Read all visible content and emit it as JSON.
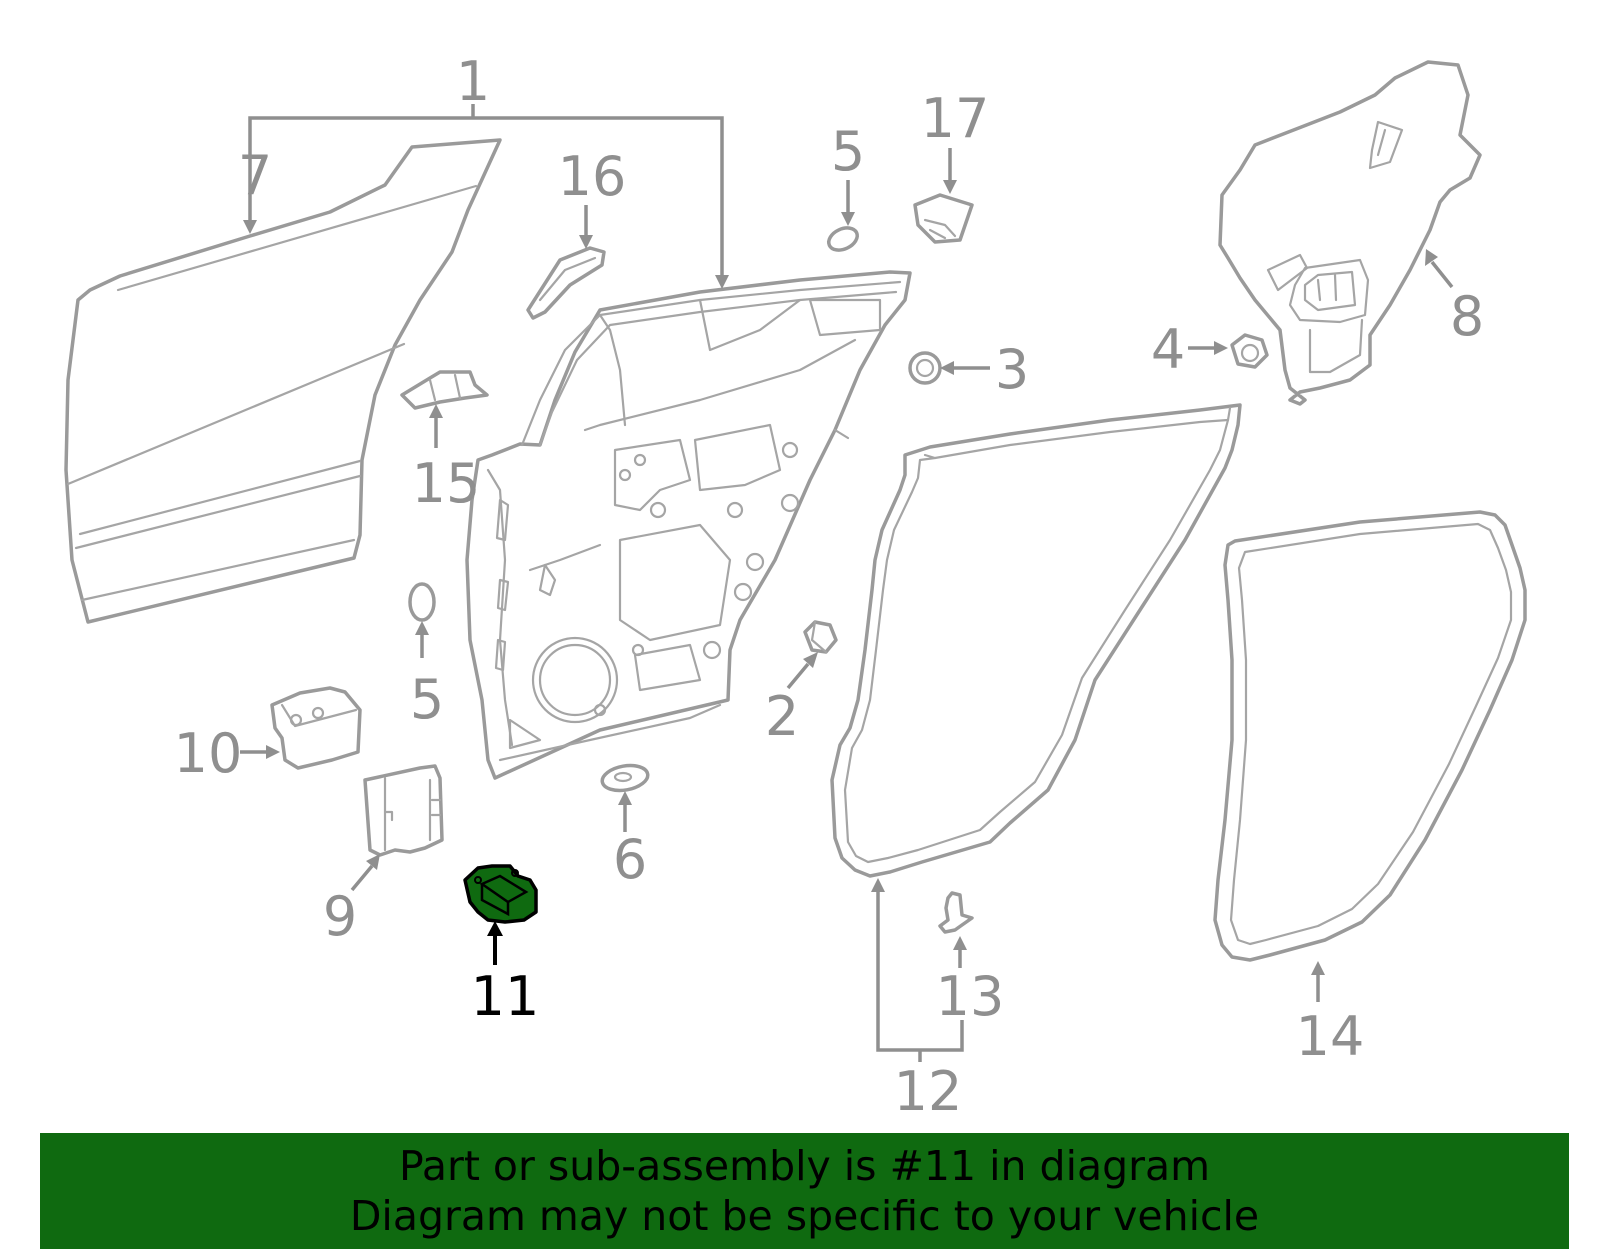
{
  "diagram": {
    "highlight_color": "#0f6a10",
    "highlighted_part": "11",
    "callouts": {
      "c1": "1",
      "c2": "2",
      "c3": "3",
      "c4": "4",
      "c5a": "5",
      "c5b": "5",
      "c6": "6",
      "c7": "7",
      "c8": "8",
      "c9": "9",
      "c10": "10",
      "c11": "11",
      "c12": "12",
      "c13": "13",
      "c14": "14",
      "c15": "15",
      "c16": "16",
      "c17": "17"
    }
  },
  "banner": {
    "line1": "Part or sub-assembly is #11 in diagram",
    "line2": "Diagram may not be specific to your vehicle",
    "background": "#0f6a10"
  }
}
